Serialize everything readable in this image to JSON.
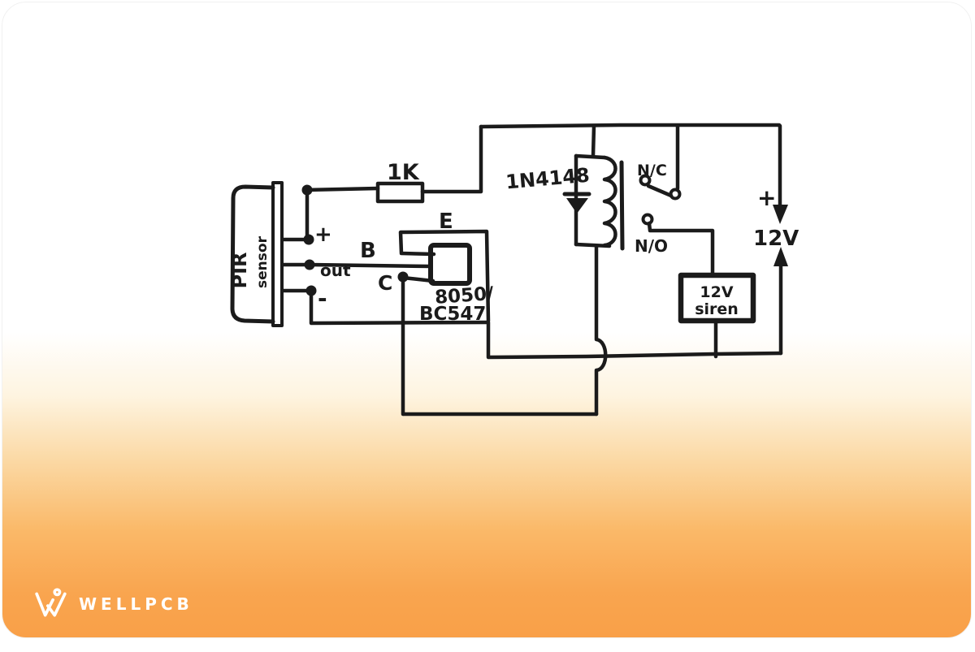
{
  "colors": {
    "ink": "#1b1b1b",
    "brand_orange": "#f9a048",
    "logo_text": "#ffffff"
  },
  "circuit": {
    "pir": {
      "name_line1": "PIR",
      "name_line2": "sensor",
      "plus_label": "+",
      "out_label": "out",
      "minus_label": "-"
    },
    "resistor": {
      "label": "1K"
    },
    "transistor": {
      "emitter_label": "E",
      "base_label": "B",
      "collector_label": "C",
      "part_line1": "8050/",
      "part_line2": "BC547"
    },
    "diode": {
      "label": "1N4148"
    },
    "relay": {
      "nc_label": "N/C",
      "no_label": "N/O"
    },
    "siren": {
      "line1": "12V",
      "line2": "siren"
    },
    "supply": {
      "plus_label": "+",
      "voltage_label": "12V"
    }
  },
  "footer": {
    "brand": "WELLPCB"
  }
}
